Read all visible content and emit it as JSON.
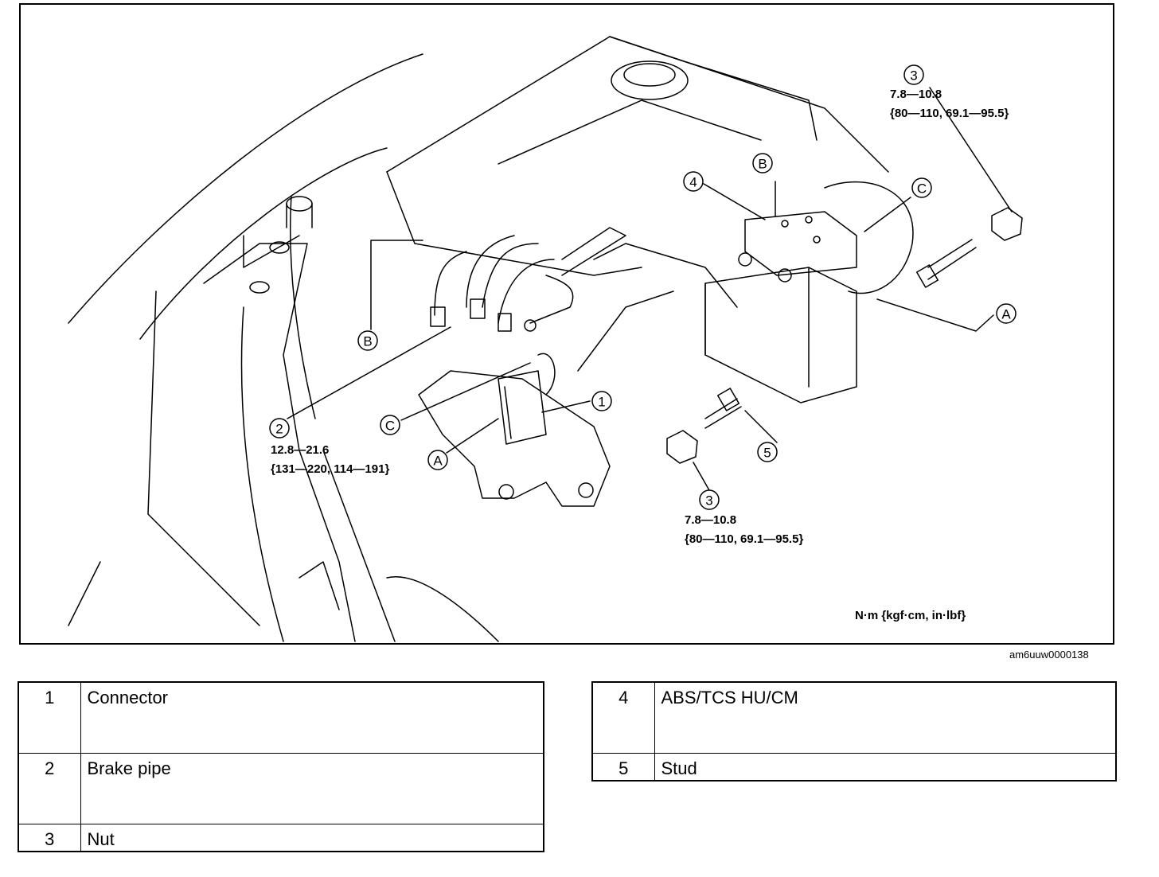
{
  "diagram": {
    "callouts": {
      "c1": "1",
      "c2": "2",
      "c3a": "3",
      "c3b": "3",
      "c4": "4",
      "c5": "5",
      "ca1": "A",
      "ca2": "A",
      "cb1": "B",
      "cb2": "B",
      "cc1": "C",
      "cc2": "C"
    },
    "torque": {
      "nut_top_line1": "7.8—10.8",
      "nut_top_line2": "{80—110, 69.1—95.5}",
      "pipe_line1": "12.8—21.6",
      "pipe_line2": "{131—220, 114—191}",
      "nut_bottom_line1": "7.8—10.8",
      "nut_bottom_line2": "{80—110, 69.1—95.5}"
    },
    "unit_label": "N·m {kgf·cm, in·lbf}"
  },
  "image_code": "am6uuw0000138",
  "legend_left": [
    {
      "num": "1",
      "name": "Connector"
    },
    {
      "num": "2",
      "name": "Brake pipe"
    },
    {
      "num": "3",
      "name": "Nut"
    }
  ],
  "legend_right": [
    {
      "num": "4",
      "name": "ABS/TCS HU/CM"
    },
    {
      "num": "5",
      "name": "Stud"
    }
  ]
}
